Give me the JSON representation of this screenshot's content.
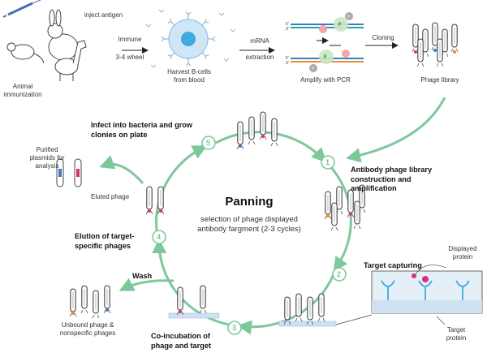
{
  "top_row": {
    "inject_antigen": "inject antigen",
    "animal_immunization": [
      "Animal",
      "immunization"
    ],
    "immune_step": [
      "Immune",
      "3-4 wheel"
    ],
    "harvest": [
      "Harvest B-cells",
      "from blood"
    ],
    "mrna_step": [
      "mRNA",
      "extraction"
    ],
    "amplify": "Amplify with PCR",
    "cloning": "Cloning",
    "phage_library": "Phage library",
    "pcr_marks": [
      "5'",
      "3'",
      "5'",
      "3'",
      "F",
      "F",
      "F",
      "F"
    ]
  },
  "panning": {
    "title": "Panning",
    "subtitle": "selection of phage displayed antibody fargment (2-3 cycles)"
  },
  "steps": [
    {
      "num": "1",
      "label": "Antibody phage library construction and amplification"
    },
    {
      "num": "2",
      "label": "Target capturing"
    },
    {
      "num": "3",
      "label": "Co-incubation of phage and target"
    },
    {
      "num": "4",
      "label": "Elution of target-specific phages"
    },
    {
      "num": "5",
      "label": "Infect into bacteria and grow clonies on plate"
    }
  ],
  "side_labels": {
    "purified": [
      "Purified",
      "plasmids for",
      "analysis"
    ],
    "eluted": "Eluted phage",
    "wash": "Wash",
    "unbound": [
      "Unbound phage &",
      "nonspecific phages"
    ],
    "displayed_protein": [
      "Displayed",
      "protein"
    ],
    "target_protein": [
      "Target",
      "protein"
    ]
  },
  "colors": {
    "arrow_green": "#7dc89a",
    "phage_outline": "#444444",
    "magenta": "#d6337a",
    "blue": "#3a7cc6",
    "orange": "#e98a2b",
    "teal": "#2aa3a0",
    "bcell": "#a9d3ef",
    "plate": "#cfe1f1"
  }
}
